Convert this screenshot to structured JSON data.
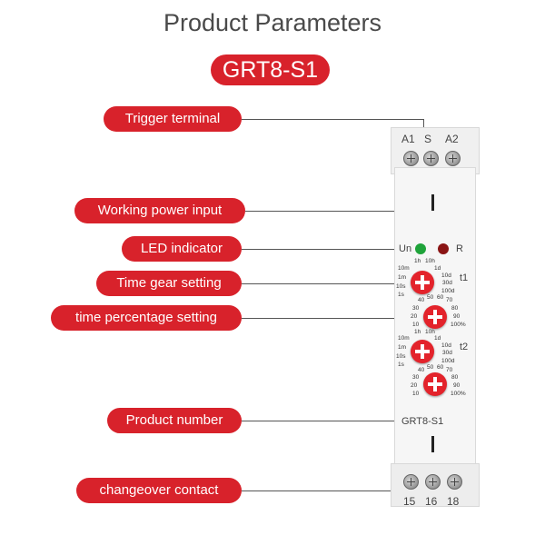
{
  "title": "Product Parameters",
  "model_badge": "GRT8-S1",
  "labels": {
    "trigger_terminal": "Trigger terminal",
    "working_power_input": "Working power input",
    "led_indicator": "LED indicator",
    "time_gear_setting": "Time gear setting",
    "time_percentage_setting": "time percentage setting",
    "product_number": "Product number",
    "changeover_contact": "changeover contact"
  },
  "device": {
    "top_terminals": [
      "A1",
      "S",
      "A2"
    ],
    "bottom_terminals": [
      "15",
      "16",
      "18"
    ],
    "led_un": "Un",
    "led_r": "R",
    "dial_t1": "t1",
    "dial_t2": "t2",
    "gear_scale": [
      "1h",
      "10h",
      "1d",
      "10d",
      "30d",
      "100d",
      "10m",
      "1m",
      "10s",
      "1s"
    ],
    "pct_scale": [
      "40",
      "50",
      "60",
      "70",
      "30",
      "80",
      "20",
      "90",
      "10",
      "100%"
    ],
    "product_number": "GRT8-S1"
  },
  "colors": {
    "accent_red": "#d8222b",
    "led_green": "#1fa33a",
    "led_red": "#8a1414"
  }
}
